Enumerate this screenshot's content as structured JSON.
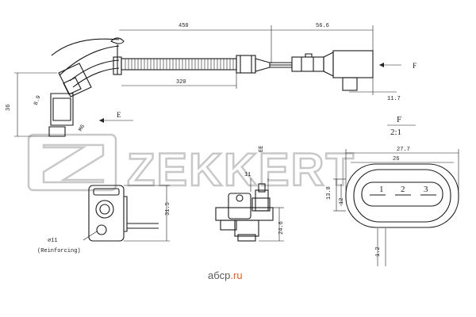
{
  "brand": {
    "watermark": "ZEKKERT",
    "watermark_color": "#c8c8c8",
    "site_logo": "aбcp",
    "site_logo_suffix": ".ru",
    "site_logo_accent": "#e8601c"
  },
  "dimensions": {
    "cable_total": "450",
    "plug_length": "56.6",
    "sleeve_length": "320",
    "plug_offset": "11.7",
    "sensor_height": "36",
    "sensor_width": "8.9",
    "thread": "M6",
    "side_height": "31.5",
    "hole_diameter": "⌀11",
    "reinforcing_note": "(Reinforcing)",
    "bracket_height": "24.6",
    "bracket_top": "11",
    "bracket_vertical": "EE",
    "connector_outer": "27.7",
    "connector_inner": "26",
    "connector_height": "13.8",
    "connector_inner_height": "12",
    "pin_offset": "1.2"
  },
  "views": {
    "view_e": "E",
    "view_f_arrow": "F",
    "view_f_title": "F",
    "view_f_scale": "2:1"
  },
  "pins": [
    "1",
    "2",
    "3"
  ]
}
